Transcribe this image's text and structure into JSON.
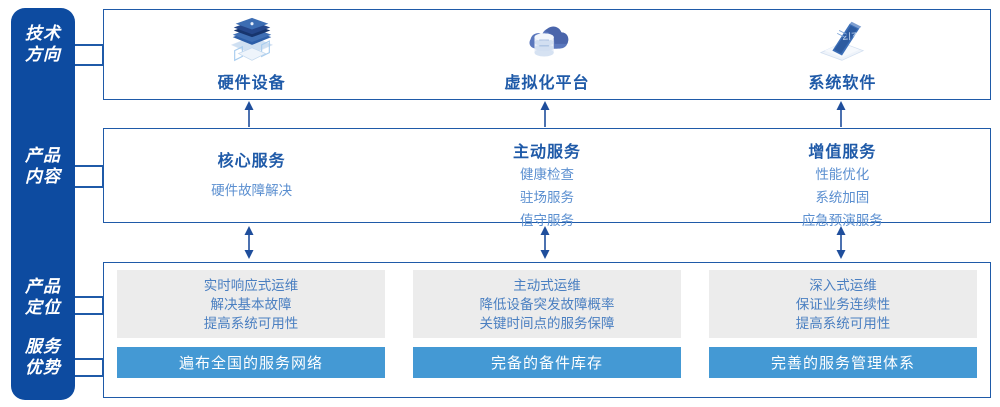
{
  "sidebar": {
    "background_color": "#0D4BA0",
    "items": [
      {
        "name": "tech-direction",
        "line1": "技术",
        "line2": "方向"
      },
      {
        "name": "product-content",
        "line1": "产品",
        "line2": "内容"
      },
      {
        "name": "product-position",
        "line1": "产品",
        "line2": "定位"
      },
      {
        "name": "service-advantage",
        "line1": "服务",
        "line2": "优势"
      }
    ]
  },
  "tech_panel": {
    "border_color": "#1F5AA8",
    "columns": [
      {
        "icon": "server-stack-icon",
        "label": "硬件设备"
      },
      {
        "icon": "cloud-database-icon",
        "label": "虚拟化平台"
      },
      {
        "icon": "laptop-code-icon",
        "label": "系统软件"
      }
    ]
  },
  "content_panel": {
    "columns": [
      {
        "title": "核心服务",
        "items": [
          "硬件故障解决"
        ]
      },
      {
        "title": "主动服务",
        "items": [
          "健康检查",
          "驻场服务",
          "值守服务"
        ]
      },
      {
        "title": "增值服务",
        "items": [
          "性能优化",
          "系统加固",
          "应急预演服务"
        ]
      }
    ]
  },
  "bottom_panel": {
    "gray_color": "#ECECEC",
    "bar_color": "#4499D4",
    "columns": [
      {
        "lines": [
          "实时响应式运维",
          "解决基本故障",
          "提高系统可用性"
        ],
        "bar": "遍布全国的服务网络"
      },
      {
        "lines": [
          "主动式运维",
          "降低设备突发故障概率",
          "关键时间点的服务保障"
        ],
        "bar": "完备的备件库存"
      },
      {
        "lines": [
          "深入式运维",
          "保证业务连续性",
          "提高系统可用性"
        ],
        "bar": "完善的服务管理体系"
      }
    ]
  },
  "connectors": {
    "up_arrows": [
      "up-arrow-1",
      "up-arrow-2",
      "up-arrow-3"
    ],
    "double_arrows": [
      "double-arrow-1",
      "double-arrow-2",
      "double-arrow-3"
    ]
  }
}
